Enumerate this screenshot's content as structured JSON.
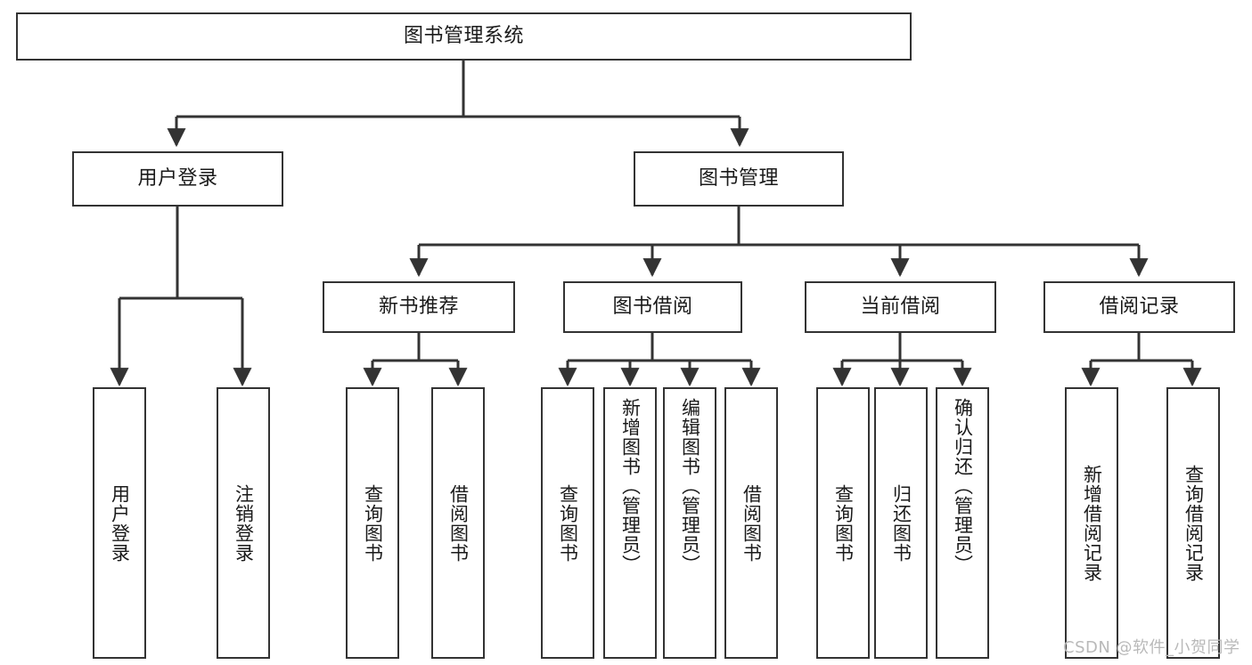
{
  "diagram": {
    "type": "tree-hierarchy-diagram",
    "title": "图书管理系统",
    "colors": {
      "background": "#ffffff",
      "box_border": "#333333",
      "box_fill": "#ffffff",
      "edge": "#333333",
      "text": "#1a1a1a",
      "watermark": "#b9b9b9"
    },
    "levels": {
      "root": "图书管理系统",
      "level2": [
        "用户登录",
        "图书管理"
      ],
      "level3": [
        "新书推荐",
        "图书借阅",
        "当前借阅",
        "借阅记录"
      ],
      "level4": [
        "用户登录",
        "注销登录",
        "查询图书",
        "借阅图书",
        "查询图书",
        "新增图书（管理员）",
        "编辑图书（管理员）",
        "借阅图书",
        "查询图书",
        "归还图书",
        "确认归还（管理员）",
        "新增借阅记录",
        "查询借阅记录"
      ]
    },
    "nodes": {
      "root": {
        "label": "图书管理系统"
      },
      "user_login": {
        "label": "用户登录"
      },
      "book_manage": {
        "label": "图书管理"
      },
      "new_book_rec": {
        "label": "新书推荐"
      },
      "book_borrow": {
        "label": "图书借阅"
      },
      "current_borrow": {
        "label": "当前借阅"
      },
      "borrow_record": {
        "label": "借阅记录"
      },
      "leaf_user_login": {
        "label": "用户登录"
      },
      "leaf_logout": {
        "label": "注销登录"
      },
      "leaf_query_book_1": {
        "label": "查询图书"
      },
      "leaf_borrow_book_1": {
        "label": "借阅图书"
      },
      "leaf_query_book_2": {
        "label": "查询图书"
      },
      "leaf_add_book": {
        "label": "新增图书（管理员）"
      },
      "leaf_edit_book": {
        "label": "编辑图书（管理员）"
      },
      "leaf_borrow_book_2": {
        "label": "借阅图书"
      },
      "leaf_query_book_3": {
        "label": "查询图书"
      },
      "leaf_return_book": {
        "label": "归还图书"
      },
      "leaf_confirm_return": {
        "label": "确认归还（管理员）"
      },
      "leaf_add_record": {
        "label": "新增借阅记录"
      },
      "leaf_query_record": {
        "label": "查询借阅记录"
      }
    },
    "edges": [
      {
        "from": "root",
        "to": "user_login"
      },
      {
        "from": "root",
        "to": "book_manage"
      },
      {
        "from": "user_login",
        "to": "leaf_user_login"
      },
      {
        "from": "user_login",
        "to": "leaf_logout"
      },
      {
        "from": "book_manage",
        "to": "new_book_rec"
      },
      {
        "from": "book_manage",
        "to": "book_borrow"
      },
      {
        "from": "book_manage",
        "to": "current_borrow"
      },
      {
        "from": "book_manage",
        "to": "borrow_record"
      },
      {
        "from": "new_book_rec",
        "to": "leaf_query_book_1"
      },
      {
        "from": "new_book_rec",
        "to": "leaf_borrow_book_1"
      },
      {
        "from": "book_borrow",
        "to": "leaf_query_book_2"
      },
      {
        "from": "book_borrow",
        "to": "leaf_add_book"
      },
      {
        "from": "book_borrow",
        "to": "leaf_edit_book"
      },
      {
        "from": "book_borrow",
        "to": "leaf_borrow_book_2"
      },
      {
        "from": "current_borrow",
        "to": "leaf_query_book_3"
      },
      {
        "from": "current_borrow",
        "to": "leaf_return_book"
      },
      {
        "from": "current_borrow",
        "to": "leaf_confirm_return"
      },
      {
        "from": "borrow_record",
        "to": "leaf_add_record"
      },
      {
        "from": "borrow_record",
        "to": "leaf_query_record"
      }
    ]
  },
  "watermark": {
    "text": "CSDN @软件_小贺同学"
  }
}
